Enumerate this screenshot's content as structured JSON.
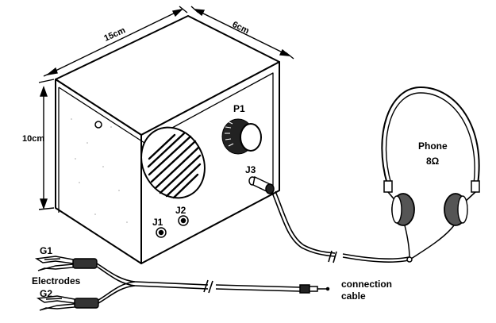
{
  "dimensions": {
    "width": "15cm",
    "depth": "6cm",
    "height": "10cm"
  },
  "parts": {
    "potentiometer": "P1",
    "jack1": "J1",
    "jack2": "J2",
    "jack3": "J3"
  },
  "phone": {
    "title": "Phone",
    "impedance": "8Ω"
  },
  "electrodes": {
    "label": "Electrodes",
    "g1": "G1",
    "g2": "G2"
  },
  "cable": {
    "line1": "connection",
    "line2": "cable"
  },
  "colors": {
    "ink": "#000000",
    "box_fill": "#ffffff",
    "pad_fill": "#444444"
  }
}
